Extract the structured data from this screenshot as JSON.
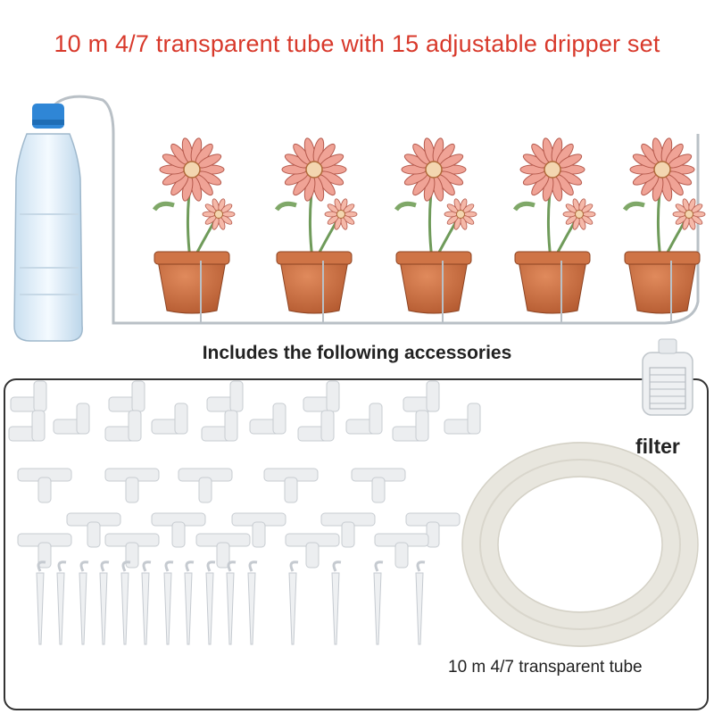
{
  "title": "10 m 4/7 transparent tube with 15 adjustable dripper set",
  "accessories_heading": "Includes the following accessories",
  "filter_label": "filter",
  "tube_label": "10 m 4/7 transparent tube",
  "colors": {
    "title": "#d8392b",
    "petal": "#f0a396",
    "pot": "#c8693f",
    "bottle_cap": "#2f86d6"
  }
}
